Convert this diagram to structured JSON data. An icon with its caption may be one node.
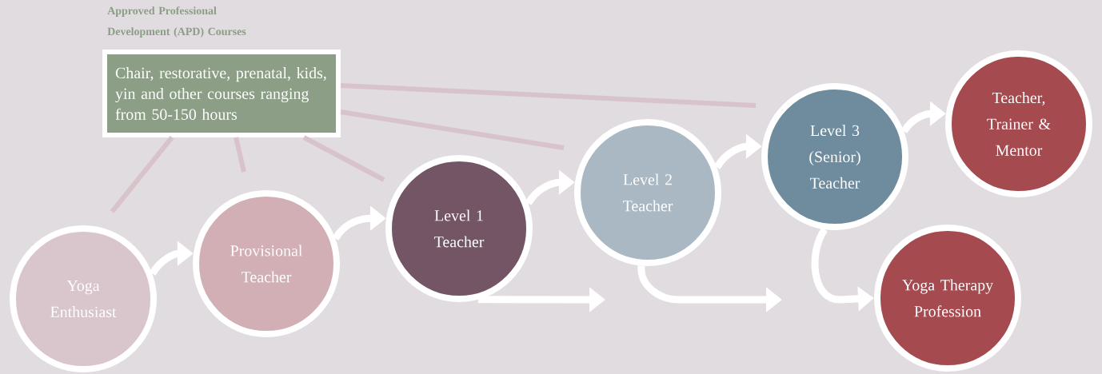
{
  "diagram": {
    "nodes": [
      {
        "text": [
          "Approved Professional Development (APD) Courses",
          "Chair, restorative, prenatal, kids, yin and other courses ranging from 50-150 hours"
        ]
      },
      {
        "text": [
          "Yoga Enthusiast"
        ]
      },
      {
        "text": [
          "Provisional Teacher"
        ]
      },
      {
        "text": [
          "Level 1 Teacher"
        ]
      },
      {
        "text": [
          "Level 2 Teacher"
        ]
      },
      {
        "text": [
          "Level 3 (Senior) Teacher"
        ]
      },
      {
        "text": [
          "Teacher, Trainer & Mentor"
        ]
      },
      {
        "text": [
          "Yoga Therapy Profession"
        ]
      }
    ],
    "edges": [
      {
        "from": 1,
        "to": 2,
        "arrow": "to"
      },
      {
        "from": 2,
        "to": 3,
        "arrow": "to"
      },
      {
        "from": 3,
        "to": 4,
        "arrow": "to"
      },
      {
        "from": 4,
        "to": 5,
        "arrow": "to"
      },
      {
        "from": 5,
        "to": 6,
        "arrow": "to"
      },
      {
        "from": 5,
        "to": 7,
        "arrow": "to"
      },
      {
        "from": 3,
        "to": null,
        "arrow": "to"
      },
      {
        "from": 4,
        "to": null,
        "arrow": "to"
      },
      {
        "from": 0,
        "to": 1,
        "arrow": "none",
        "color": "#d8c3ca"
      },
      {
        "from": 0,
        "to": 2,
        "arrow": "none",
        "color": "#d8c3ca"
      },
      {
        "from": 0,
        "to": 3,
        "arrow": "none",
        "color": "#d8c3ca"
      },
      {
        "from": 0,
        "to": 4,
        "arrow": "none",
        "color": "#d8c3ca"
      },
      {
        "from": 0,
        "to": 5,
        "arrow": "none",
        "color": "#d8c3ca"
      }
    ]
  }
}
